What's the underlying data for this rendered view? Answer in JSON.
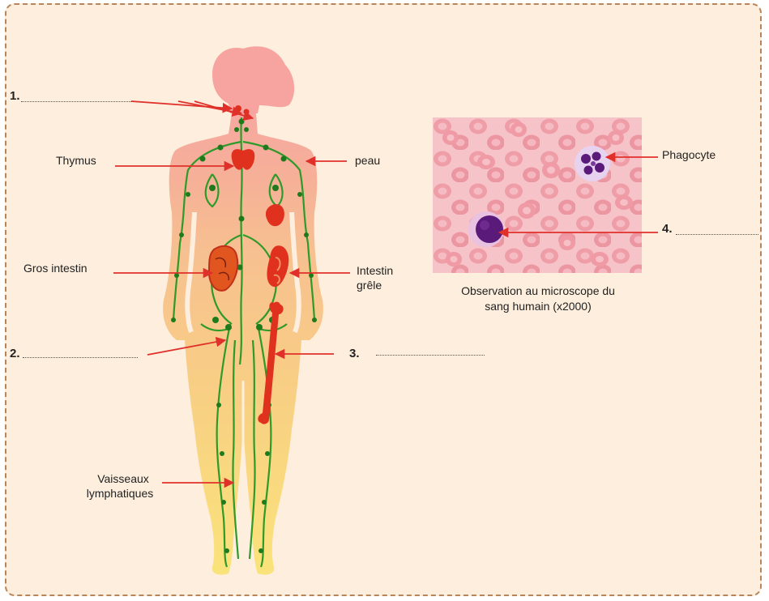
{
  "labels": {
    "n1": "1.",
    "thymus": "Thymus",
    "peau": "peau",
    "gros_intestin": "Gros intestin",
    "intestin_grele_1": "Intestin",
    "intestin_grele_2": "grêle",
    "n2": "2.",
    "n3": "3.",
    "vaisseaux_1": "Vaisseaux",
    "vaisseaux_2": "lymphatiques",
    "phagocyte": "Phagocyte",
    "n4": "4.",
    "caption_1": "Observation au microscope du",
    "caption_2": "sang humain (x2000)"
  },
  "colors": {
    "frame_bg": "#fdeedd",
    "frame_border": "#b8855a",
    "body_head": "#f6a8a0",
    "body_torso": "#f7c48f",
    "body_legs": "#f9dc7a",
    "lymph_vessels": "#2e9a2a",
    "organs": "#e0301e",
    "arrows": "#e0302a",
    "rbc": "#ee9aa4",
    "micro_bg": "#f7c8cc",
    "leukocyte": "#5a1a7a"
  }
}
